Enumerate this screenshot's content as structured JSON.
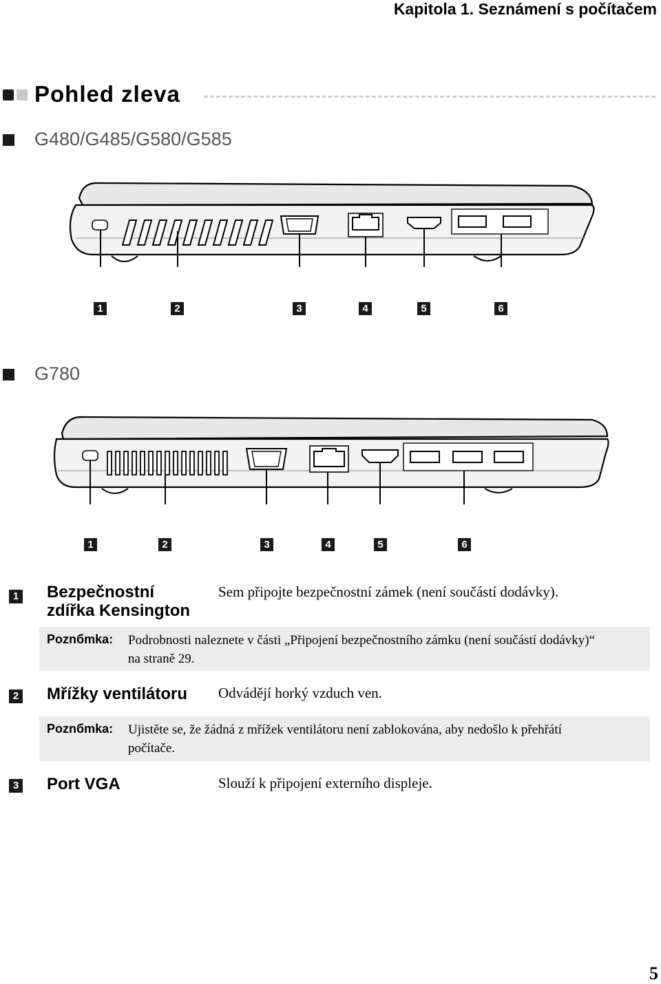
{
  "header": {
    "chapter": "Kapitola 1. Seznámení s počítačem"
  },
  "section": {
    "title": "Pohled zleva"
  },
  "models": [
    {
      "name": "G480/G485/G580/G585",
      "callouts": [
        "1",
        "2",
        "3",
        "4",
        "5",
        "6"
      ]
    },
    {
      "name": "G780",
      "callouts": [
        "1",
        "2",
        "3",
        "4",
        "5",
        "6"
      ]
    }
  ],
  "items": [
    {
      "num": "1",
      "title_line1": "Bezpečnostní",
      "title_line2": "zdířka Kensington",
      "desc": "Sem připojte bezpečnostní zámek (není součástí dodávky).",
      "note_label": "Poznбmka:",
      "note_line1": "Podrobnosti naleznete v části „Připojení bezpečnostního zámku (není součástí dodávky)“",
      "note_line2": "na straně 29."
    },
    {
      "num": "2",
      "title_line1": "Mřížky ventilátoru",
      "desc": "Odvádějí horký vzduch ven.",
      "note_label": "Poznбmka:",
      "note_line1": "Ujistěte se, že žádná z mřížek ventilátoru není zablokována, aby nedošlo k přehřátí",
      "note_line2": "počítače."
    },
    {
      "num": "3",
      "title_line1": "Port VGA",
      "desc": "Slouží k připojení externího displeje."
    }
  ],
  "footer": {
    "page": "5"
  },
  "colors": {
    "note_bg": "#ececec",
    "accent_dark": "#1a1a1a",
    "heading_gray": "#555555"
  }
}
